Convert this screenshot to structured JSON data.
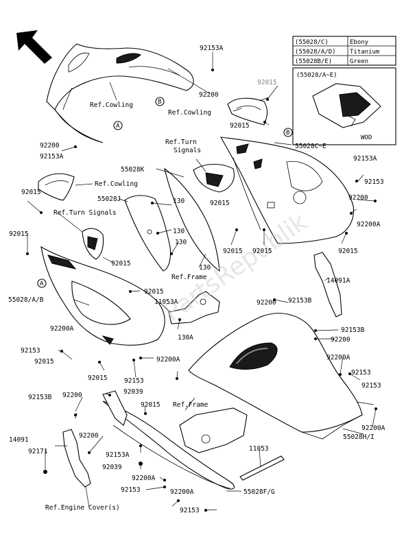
{
  "legend": {
    "rows": [
      {
        "code": "(55028/C)",
        "color": "Ebony"
      },
      {
        "code": "(55028/A/D)",
        "color": "Titanium"
      },
      {
        "code": "(55028B/E)",
        "color": "Green"
      }
    ],
    "inset_title": "(55028/A~E)",
    "inset_note": "WOD"
  },
  "labels": {
    "ref_cowling_1": "Ref.Cowling",
    "ref_cowling_2": "Ref.Cowling",
    "ref_cowling_3": "Ref.Cowling",
    "ref_turn_signals_1": "Ref.Turn\nSignals",
    "ref_turn_signals_2": "Ref.Turn Signals",
    "ref_frame_1": "Ref.Frame",
    "ref_frame_2": "Ref.Frame",
    "ref_engine_cover": "Ref.Engine Cover(s)",
    "p92153A_1": "92153A",
    "p92200_1": "92200",
    "p92015_1": "92015",
    "p92015_2": "92015",
    "p92200_2": "92200",
    "p92153A_2": "92153A",
    "p55028CE": "55028C~E",
    "p55028K": "55028K",
    "p92153A_3": "92153A",
    "p92153_1": "92153",
    "p92200_3": "92200",
    "p92200A_1": "92200A",
    "p92015_3": "92015",
    "p55028J": "55028J",
    "p130_1": "130",
    "p130_2": "130",
    "p130_3": "130",
    "p130_4": "130",
    "p92015_4": "92015",
    "p92015_5": "92015",
    "p92015_6": "92015",
    "p92015_7": "92015",
    "p92015_8": "92015",
    "p92015_9": "92015",
    "p14091A": "14091A",
    "p92015_10": "92015",
    "p55028AB": "55028/A/B",
    "p11053A": "11053A",
    "p92200_4": "92200",
    "p92153B_1": "92153B",
    "p92200A_2": "92200A",
    "p92153_2": "92153",
    "p92015_11": "92015",
    "p130A": "130A",
    "p92200A_3": "92200A",
    "p92153B_2": "92153B",
    "p92200_5": "92200",
    "p92015_12": "92015",
    "p92153_3": "92153",
    "p92200A_4": "92200A",
    "p92153_4": "92153",
    "p92200_6": "92200",
    "p92039_1": "92039",
    "p92153B_3": "92153B",
    "p92015_13": "92015",
    "p92153_5": "92153",
    "p92200A_5": "92200A",
    "p14091": "14091",
    "p92200_7": "92200",
    "p92171": "92171",
    "p92153A_4": "92153A",
    "p92039_2": "92039",
    "p11053": "11053",
    "p55028HI": "55028H/I",
    "p92200A_6": "92200A",
    "p92153_6": "92153",
    "p92200A_7": "92200A",
    "p55028FG": "55028F/G",
    "p92153_7": "92153",
    "ref_A_1": "A",
    "ref_A_2": "A",
    "ref_B_1": "B",
    "ref_B_2": "B"
  },
  "watermark": "PartsRepublik"
}
